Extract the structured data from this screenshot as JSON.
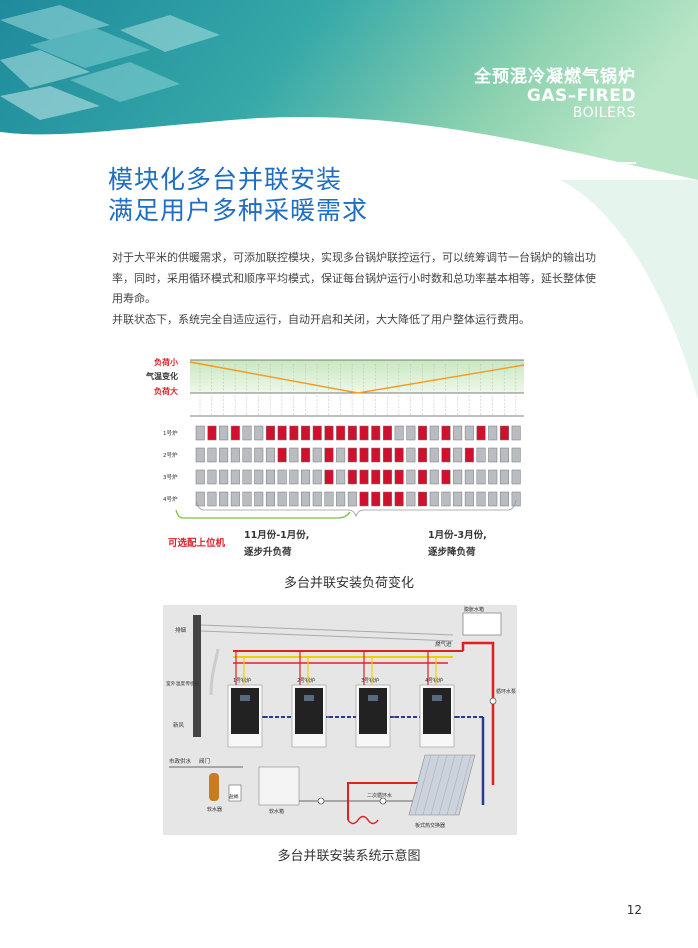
{
  "brand": {
    "cn": "全预混冷凝燃气锅炉",
    "en1": "GAS–FIRED",
    "en2": "BOILERS"
  },
  "title": {
    "line1": "模块化多台并联安装",
    "line2": "满足用户多种采暖需求"
  },
  "paragraphs": [
    "对于大平米的供暖需求，可添加联控模块，实现多台锅炉联控运行，可以统筹调节一台锅炉的输出功率，同时，采用循环模式和顺序平均模式，保证每台锅炉运行小时数和总功率基本相等，延长整体使用寿命。",
    "并联状态下，系统完全自适应运行，自动开启和关闭，大大降低了用户整体运行费用。"
  ],
  "load_chart": {
    "labels": {
      "load_small": "负荷小",
      "temp_change": "气温变化",
      "load_large": "负荷大"
    },
    "rows": [
      "1号炉",
      "2号炉",
      "3号炉",
      "4号炉"
    ],
    "boiler_pattern": [
      [
        0,
        1,
        0,
        1,
        0,
        0,
        1,
        1,
        1,
        1,
        1,
        1,
        1,
        1,
        1,
        1,
        1,
        0,
        0,
        1,
        0,
        1,
        0,
        0,
        1,
        0,
        1,
        0
      ],
      [
        0,
        0,
        0,
        0,
        0,
        0,
        0,
        1,
        0,
        1,
        0,
        1,
        0,
        1,
        1,
        1,
        1,
        1,
        0,
        1,
        0,
        1,
        0,
        1,
        0,
        0,
        0,
        0
      ],
      [
        0,
        0,
        0,
        0,
        0,
        0,
        0,
        0,
        0,
        0,
        0,
        1,
        0,
        1,
        1,
        1,
        1,
        1,
        0,
        1,
        0,
        1,
        0,
        0,
        0,
        0,
        0,
        0
      ],
      [
        0,
        0,
        0,
        0,
        0,
        0,
        0,
        0,
        0,
        0,
        0,
        0,
        0,
        0,
        1,
        1,
        1,
        1,
        0,
        1,
        0,
        0,
        0,
        0,
        0,
        0,
        0,
        0
      ]
    ],
    "optional_note": "可选配上位机",
    "period1": {
      "line1": "11月份-1月份,",
      "line2": "逐步升负荷"
    },
    "period2": {
      "line1": "1月份-3月份,",
      "line2": "逐步降负荷"
    }
  },
  "caption1": "多台并联安装负荷变化",
  "diagram": {
    "labels": {
      "exhaust": "排烟",
      "expansion_tank": "膨胀水箱",
      "gas_in": "燃气进",
      "outdoor_sensor": "室外温度传感器",
      "fresh_air": "新风",
      "pump": "循环水泵",
      "city_water": "市政供水",
      "valve": "阀门",
      "salt_tank": "盐桶",
      "softener": "软水器",
      "soft_tank": "软水箱",
      "secondary_loop": "二次循环水",
      "plate_hx": "板式热交换器"
    },
    "boilers": [
      "1号锅炉",
      "2号锅炉",
      "3号锅炉",
      "4号锅炉"
    ],
    "colors": {
      "supply": "#e02020",
      "return": "#283a94",
      "gas": "#f0d000"
    }
  },
  "caption2": "多台并联安装系统示意图",
  "page_number": "12",
  "colors": {
    "title": "#1f6ec2",
    "header_green": "#7fcfa4",
    "boiler_on": "#d0102c"
  }
}
